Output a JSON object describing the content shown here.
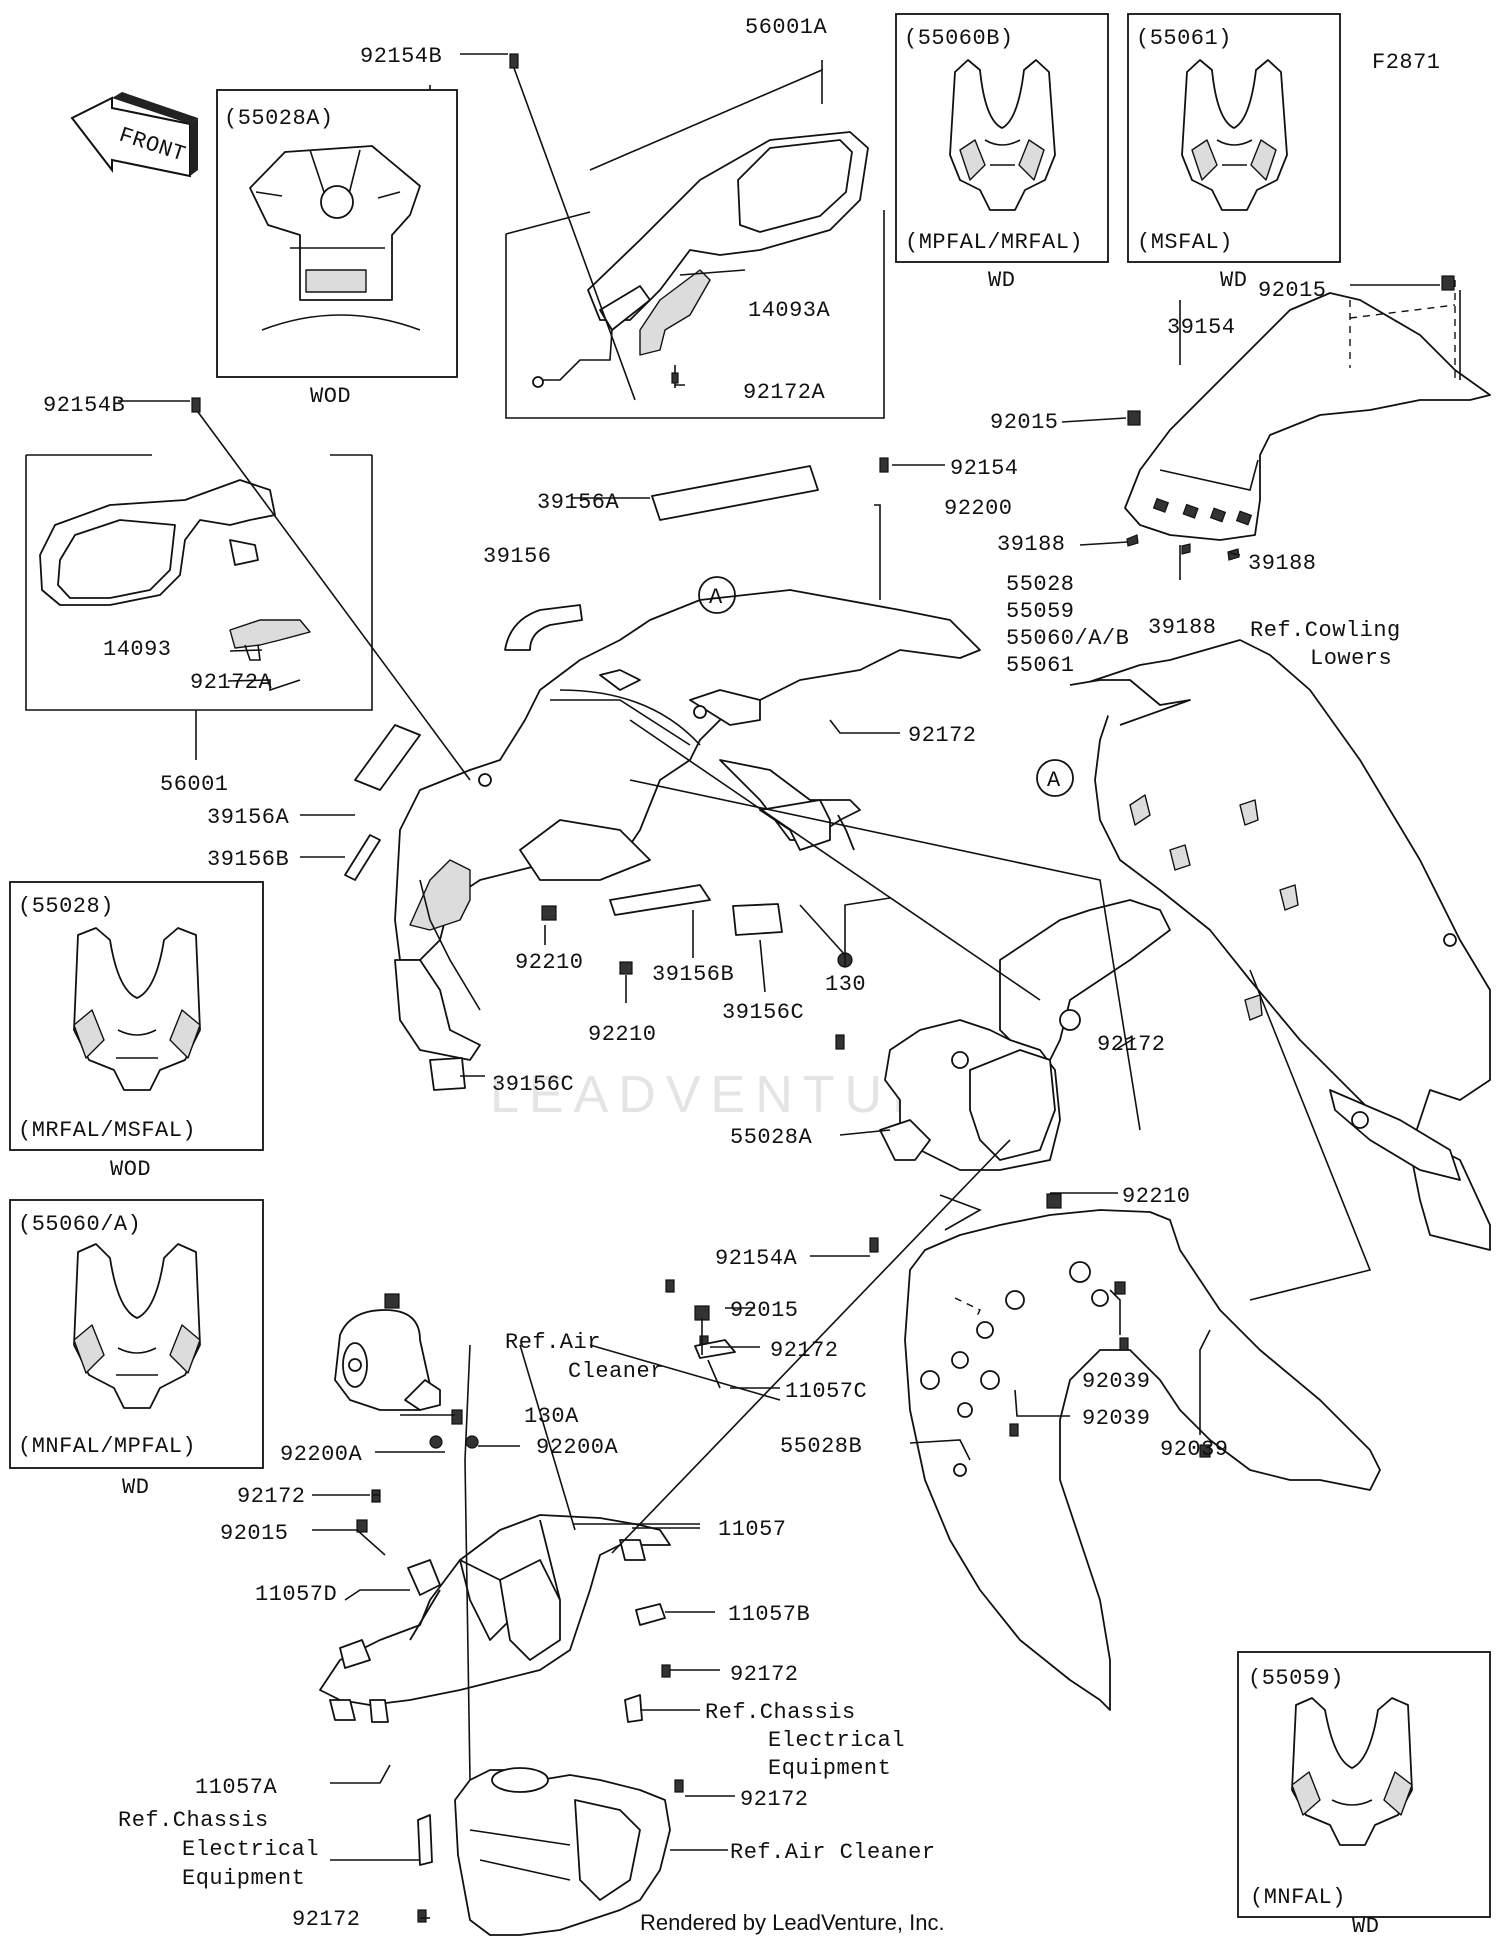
{
  "diagram_code": "F2871",
  "front_label": "FRONT",
  "watermark": "LEADVENTURE",
  "footer": "Rendered by LeadVenture, Inc.",
  "callout": "A",
  "insets": {
    "i55028A": {
      "code": "(55028A)",
      "variant": "",
      "tag": "WOD"
    },
    "i55060B": {
      "code": "(55060B)",
      "variant": "(MPFAL/MRFAL)",
      "tag": "WD"
    },
    "i55061": {
      "code": "(55061)",
      "variant": "(MSFAL)",
      "tag": "WD"
    },
    "i55028": {
      "code": "(55028)",
      "variant": "(MRFAL/MSFAL)",
      "tag": "WOD"
    },
    "i55060A": {
      "code": "(55060/A)",
      "variant": "(MNFAL/MPFAL)",
      "tag": "WD"
    },
    "i55059": {
      "code": "(55059)",
      "variant": "(MNFAL)",
      "tag": "WD"
    }
  },
  "labels": {
    "p92154B_top": "92154B",
    "p56001A": "56001A",
    "p14093A": "14093A",
    "p92172A_top": "92172A",
    "p92015_top": "92015",
    "p39154": "39154",
    "p92015_b": "92015",
    "p92154B_left": "92154B",
    "p92154": "92154",
    "p92200": "92200",
    "p39156A_top": "39156A",
    "p39188_a": "39188",
    "p39188_b": "39188",
    "p39188_c": "39188",
    "p55028": "55028",
    "p55059": "55059",
    "p55060AB": "55060/A/B",
    "p55061": "55061",
    "p39156": "39156",
    "p14093": "14093",
    "p92172A_left": "92172A",
    "p92172_a": "92172",
    "p56001": "56001",
    "p39156A_left": "39156A",
    "p39156B_left": "39156B",
    "p92210_a": "92210",
    "p92210_b": "92210",
    "p39156B_mid": "39156B",
    "p39156C_a": "39156C",
    "p130": "130",
    "p92172_b": "92172",
    "p39156C_b": "39156C",
    "p55028A": "55028A",
    "p92210_c": "92210",
    "p92154A": "92154A",
    "p92015_c": "92015",
    "p92172_c": "92172",
    "p11057C": "11057C",
    "p130A": "130A",
    "p92200A_a": "92200A",
    "p92200A_b": "92200A",
    "p92039_a": "92039",
    "p92039_b": "92039",
    "p92039_c": "92039",
    "p55028B": "55028B",
    "p92172_d": "92172",
    "p92015_d": "92015",
    "p11057": "11057",
    "p11057D": "11057D",
    "p11057B": "11057B",
    "p92172_e": "92172",
    "p92172_f": "92172",
    "p11057A": "11057A",
    "p92172_g": "92172"
  },
  "refs": {
    "cowling_l1": "Ref.Cowling",
    "cowling_l2": "Lowers",
    "air_l1": "Ref.Air",
    "air_l2": "Cleaner",
    "chassis_r_l1": "Ref.Chassis",
    "chassis_r_l2": "Electrical",
    "chassis_r_l3": "Equipment",
    "chassis_l_l1": "Ref.Chassis",
    "chassis_l_l2": "Electrical",
    "chassis_l_l3": "Equipment",
    "air_cleaner": "Ref.Air Cleaner"
  }
}
